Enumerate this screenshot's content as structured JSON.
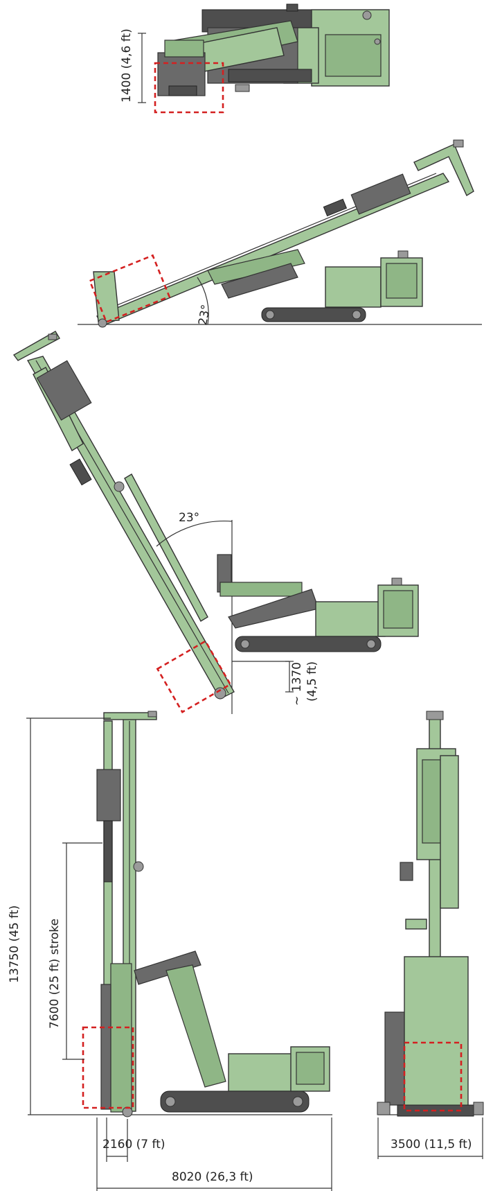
{
  "views": {
    "top": {
      "width_dim": "1400 (4,6 ft)"
    },
    "tilt_forward": {
      "angle": "23°"
    },
    "tilt_backward": {
      "angle": "23°",
      "clearance": "~ 1370",
      "clearance_ft": "(4,5 ft)"
    },
    "side": {
      "height": "13750 (45 ft)",
      "stroke": "7600 (25 ft) stroke",
      "offset": "2160 (7 ft)",
      "length": "8020 (26,3 ft)"
    },
    "front": {
      "width": "3500 (11,5 ft)"
    }
  },
  "colors": {
    "machine_green": "#a3c79a",
    "machine_grey": "#6a6a6a",
    "highlight_red": "#d42020"
  }
}
